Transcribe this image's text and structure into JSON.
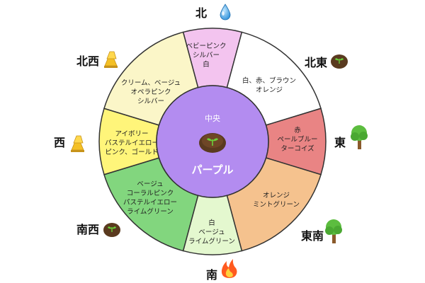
{
  "center": {
    "title": "中央",
    "color_label": "パープル",
    "fill": "#b38cf0"
  },
  "directions": {
    "n": "北",
    "ne": "北東",
    "e": "東",
    "se": "東南",
    "s": "南",
    "sw": "南西",
    "w": "西",
    "nw": "北西"
  },
  "segments": {
    "n": {
      "lines": [
        "ベビーピンク",
        "シルバー",
        "白"
      ],
      "fill": "#f3c4ef"
    },
    "ne": {
      "lines": [
        "白、赤、ブラウン",
        "オレンジ"
      ],
      "fill": "#ffffff"
    },
    "e": {
      "lines": [
        "赤",
        "ペールブルー",
        "ターコイズ"
      ],
      "fill": "#e98484"
    },
    "se": {
      "lines": [
        "オレンジ",
        "ミントグリーン"
      ],
      "fill": "#f5c28e"
    },
    "s": {
      "lines": [
        "白",
        "ベージュ",
        "ライムグリーン"
      ],
      "fill": "#e4f8cf"
    },
    "sw": {
      "lines": [
        "ベージュ",
        "コーラルピンク",
        "パステルイエロー",
        "ライムグリーン"
      ],
      "fill": "#82d67e"
    },
    "w": {
      "lines": [
        "アイボリー",
        "パステルイエロー",
        "ピンク、ゴールド"
      ],
      "fill": "#fff57a"
    },
    "nw": {
      "lines": [
        "クリーム、ベージュ",
        "オペラピンク",
        "シルバー"
      ],
      "fill": "#fbf6c8"
    }
  },
  "icons": {
    "n": "water-drop-icon",
    "ne": "soil-sprout-icon",
    "e": "tree-icon",
    "se": "tree-icon",
    "s": "fire-icon",
    "sw": "soil-sprout-icon",
    "w": "gold-icon",
    "nw": "gold-icon"
  }
}
